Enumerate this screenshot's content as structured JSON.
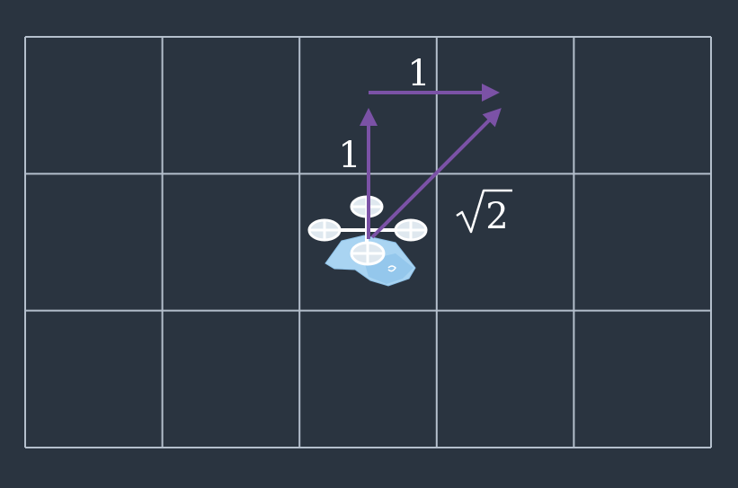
{
  "grid": {
    "rows": 3,
    "cols": 5,
    "line_color": "#b4bfcc"
  },
  "colors": {
    "background": "#2a3440",
    "arrow": "#7b52a6",
    "drone_body": "#a9d4f2",
    "drone_rotor": "#ffffff"
  },
  "drone": {
    "icon": "quadcopter-drone-icon"
  },
  "labels": {
    "horizontal_step": "1",
    "vertical_step": "1",
    "diagonal_radicand": "2"
  }
}
